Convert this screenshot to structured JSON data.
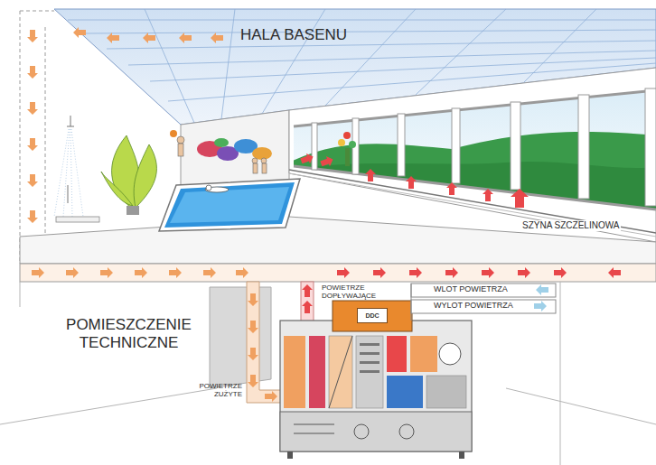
{
  "diagram": {
    "nodes": [
      {
        "text": [
          "DDC"
        ]
      }
    ],
    "edges": [],
    "labels": [
      "HALA BASENU",
      "SZYNA SZCZELINOWA",
      "POWIETRZE DOPŁYWAJĄCE",
      "WLOT POWIETRZA",
      "WYLOT POWIETRZA",
      "POMIESZCZENIE TECHNICZNE",
      "POWIETRZE ZUŻYTE"
    ]
  }
}
